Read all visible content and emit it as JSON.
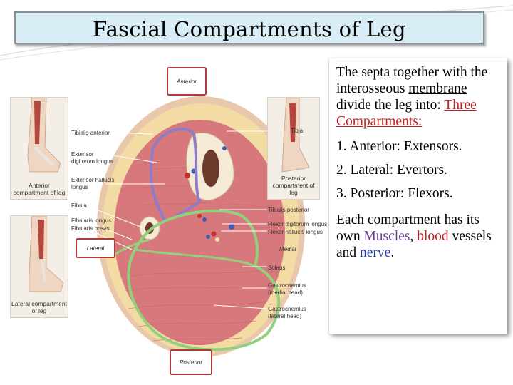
{
  "slide": {
    "title": "Fascial Compartments of Leg"
  },
  "figure": {
    "direction_labels": {
      "anterior": "Anterior",
      "lateral": "Lateral",
      "medial": "Medial",
      "posterior": "Posterior"
    },
    "thumbnails": {
      "anterior": "Anterior compartment of leg",
      "posterior": "Posterior compartment of leg",
      "lateral": "Lateral compartment of leg"
    },
    "labels_left": {
      "tibialis_anterior": "Tibialis anterior",
      "extensor_digitorum_longus": "Extensor digitorum longus",
      "extensor_hallucis_longus": "Extensor hallucis longus",
      "fibula": "Fibula",
      "fibularis_longus": "Fibularis longus",
      "fibularis_brevis": "Fibularis brevis"
    },
    "labels_right": {
      "tibia": "Tibia",
      "tibialis_posterior": "Tibialis posterior",
      "flexor_digitorum_longus": "Flexor digitorum longus",
      "flexor_hallucis_longus": "Flexor hallucis longus",
      "soleus": "Soleus",
      "gastrocnemius_medial": "Gastrocnemius (medial head)",
      "gastrocnemius_lateral": "Gastrocnemius (lateral head)"
    },
    "colors": {
      "anterior_compartment_outline": "#8f7cc9",
      "posterior_compartment_outline": "#8fcf7a",
      "muscle": "#d9747a",
      "fat_ring": "#f2d9a0",
      "skin": "#e8c2a6",
      "direction_box_border": "#b03a3a"
    }
  },
  "panel": {
    "intro": {
      "t1": "The septa together with the interosseous ",
      "t2": "membrane ",
      "t3": "divide the leg into: ",
      "t4": "Three Compartments:"
    },
    "items": [
      "1. Anterior: Extensors.",
      "2. Lateral: Evertors.",
      "3. Posterior: Flexors."
    ],
    "closing": {
      "t1": "Each compartment has its own ",
      "muscles": "Muscles",
      "t2": ", ",
      "blood": "blood",
      "t3": " vessels and ",
      "nerve": "nerve",
      "t4": "."
    },
    "colors": {
      "red": "#c0201e",
      "purple": "#6a3d9a",
      "blue": "#2440a8"
    }
  }
}
